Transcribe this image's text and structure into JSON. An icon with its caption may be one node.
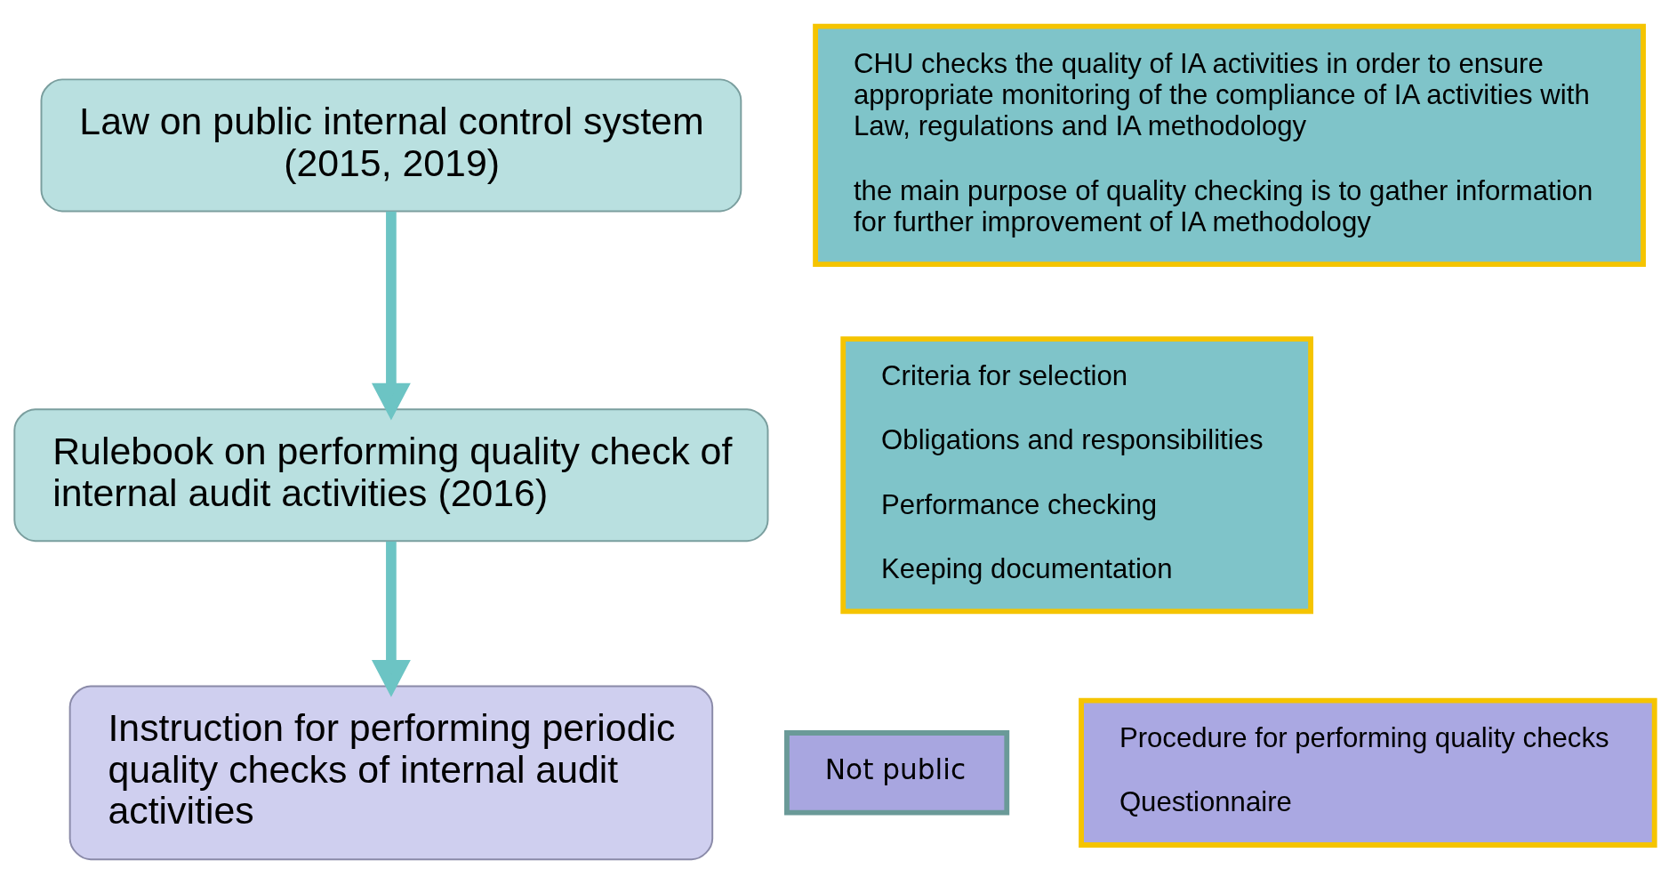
{
  "diagram": {
    "nodes": [
      {
        "text": [
          "Law on public internal control system (2015, 2019)"
        ]
      },
      {
        "text": [
          "Rulebook on performing quality check of internal audit activities (2016)"
        ]
      },
      {
        "text": [
          "Instruction for performing periodic quality checks of internal audit activities"
        ]
      },
      {
        "text": [
          "CHU checks the quality of IA activities in order to ensure appropriate monitoring of the compliance of IA activities with Law, regulations and IA methodology",
          "the main purpose of quality checking is to gather information for further improvement of IA methodology"
        ]
      },
      {
        "text": [
          "Criteria for selection",
          "Obligations and responsibilities",
          "Performance checking",
          "Keeping documentation"
        ]
      },
      {
        "text": [
          "Not public"
        ]
      },
      {
        "text": [
          "Procedure for performing quality checks",
          "Questionnaire"
        ]
      }
    ],
    "edges": [
      {
        "from": 0,
        "to": 1,
        "arrow": "to"
      },
      {
        "from": 1,
        "to": 2,
        "arrow": "to"
      }
    ]
  }
}
